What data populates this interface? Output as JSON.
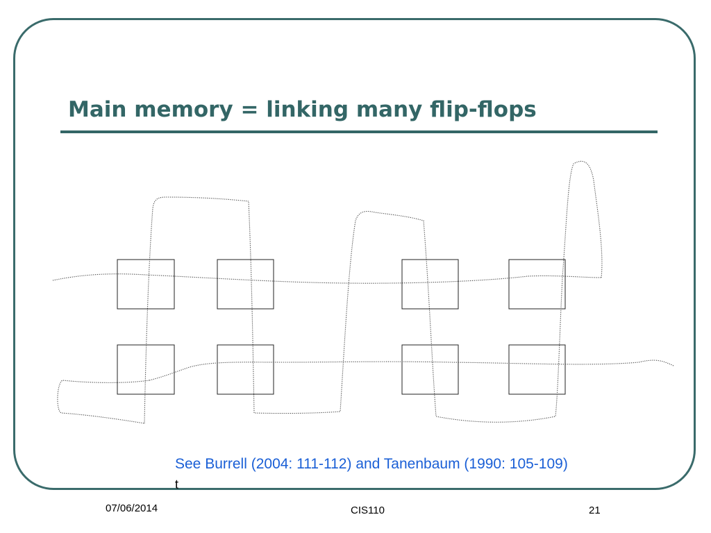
{
  "slide": {
    "title": "Main memory = linking many flip-flops",
    "reference": "See Burrell (2004: 111-112) and Tanenbaum (1990: 105-109)",
    "reference_stray": "t",
    "colors": {
      "frame": "#3a6b6b",
      "title": "#336666",
      "reference": "#1a5fd6"
    }
  },
  "diagram": {
    "grid_rows": 2,
    "grid_columns": 4,
    "box_labels": []
  },
  "footer": {
    "date": "07/06/2014",
    "course": "CIS110",
    "page": "21"
  }
}
